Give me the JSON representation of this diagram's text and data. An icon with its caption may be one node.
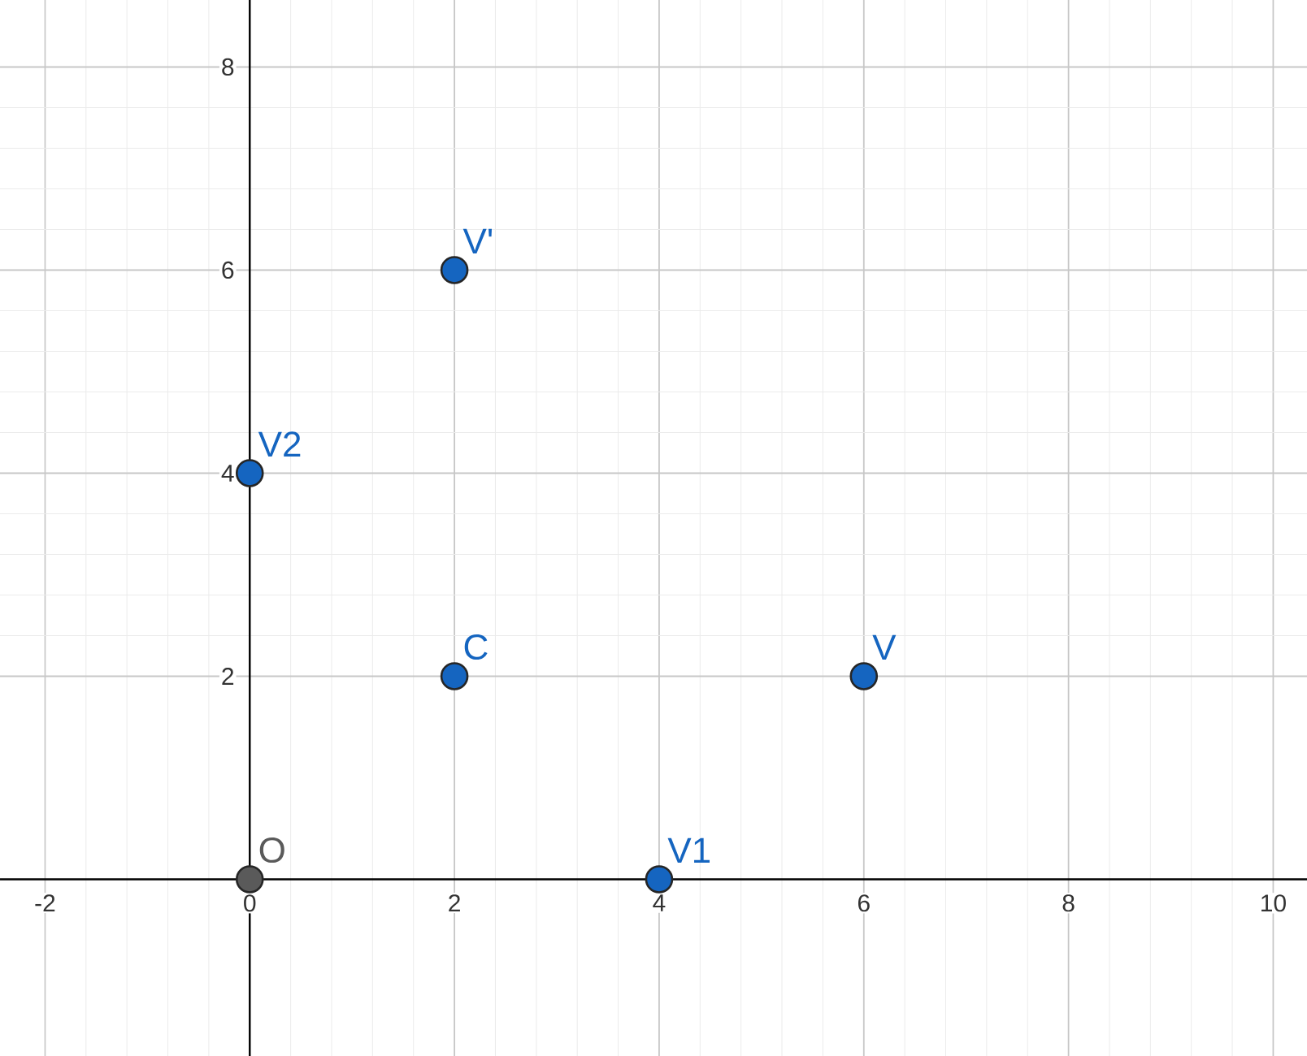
{
  "diagram": {
    "chart_data": {
      "type": "scatter",
      "x": [
        0,
        4,
        0,
        2,
        6,
        2
      ],
      "series": [
        {
          "color": "#5a5a5a",
          "values": [
            0,
            null,
            null,
            null,
            null,
            null
          ]
        },
        {
          "color": "#1565c0",
          "values": [
            null,
            0,
            4,
            2,
            2,
            6
          ]
        }
      ],
      "value_labels": [
        "O",
        "V1",
        "V2",
        "C",
        "V",
        "V'"
      ],
      "xlim": [
        -2.44,
        10.33
      ],
      "ylim": [
        -1.74,
        8.66
      ],
      "xticks": [
        -2,
        0,
        2,
        4,
        6,
        8,
        10
      ],
      "yticks": [
        2,
        4,
        6,
        8
      ],
      "grid": "both"
    }
  }
}
